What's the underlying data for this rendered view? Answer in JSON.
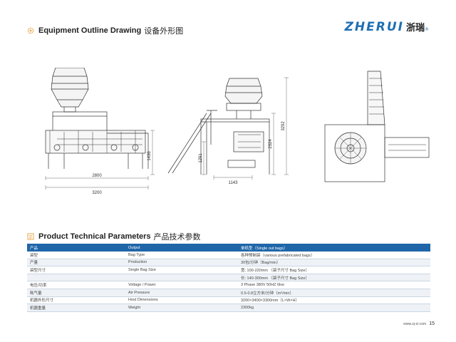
{
  "header": {
    "title_en": "Equipment Outline Drawing",
    "title_cn": "设备外形图"
  },
  "logo": {
    "en": "ZHERUI",
    "cn": "浙瑞",
    "reg": "®"
  },
  "dimensions": {
    "front_width_inner": "2800",
    "front_width_total": "3200",
    "front_height": "1436",
    "side_height_low": "1291",
    "side_height_mid": "2324",
    "side_height_total": "3292",
    "side_depth": "1143"
  },
  "params_section": {
    "title_en": "Product Technical Parameters",
    "title_cn": "产品技术参数"
  },
  "table": {
    "header": [
      "产品",
      "Output",
      "单机型（Single out bags）"
    ],
    "rows": [
      [
        "袋型",
        "Bag Type",
        "各种预制袋（various prefabricated bags）"
      ],
      [
        "产量",
        "Production",
        "30包/分钟（Bag/min）"
      ],
      [
        "袋型尺寸",
        "Single Bag Size",
        "宽: 100-220mm   （袋子尺寸 Bag Size）"
      ],
      [
        "",
        "",
        "长: 140-300mm   （袋子尺寸 Bag Size）"
      ],
      [
        "电压/功率",
        "Voltage / Power",
        "3 Phase  380V 50HZ    6kw"
      ],
      [
        "耗气量",
        "Air Pressure",
        "0.5-0.8立方米/分钟（m³/min）"
      ],
      [
        "机器外形尺寸",
        "Host Dimensions",
        "3200×3400×3300mm（L×W×H）"
      ],
      [
        "机器重量",
        "Weight",
        "2300kg"
      ]
    ]
  },
  "footer": {
    "url": "www.zj-zr.com",
    "page": "15"
  },
  "colors": {
    "brand": "#1f6fb2",
    "table_header": "#1f66a9",
    "icon": "#e8a54a"
  }
}
